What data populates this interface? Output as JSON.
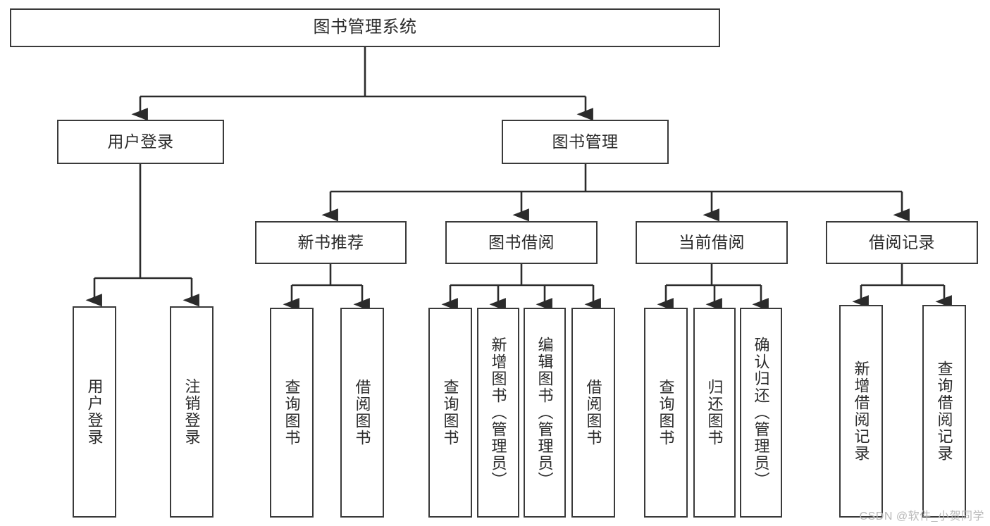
{
  "diagram": {
    "title": "图书管理系统",
    "type": "tree",
    "watermark": "CSDN @软件_小贺同学",
    "colors": {
      "node_border": "#3a3a3a",
      "node_fill": "#ffffff",
      "connector": "#2b2b2b",
      "text": "#2b2b2b",
      "watermark": "#b8b8b8",
      "background": "#ffffff"
    },
    "root": {
      "label": "图书管理系统"
    },
    "level2": [
      {
        "label": "用户登录"
      },
      {
        "label": "图书管理"
      }
    ],
    "level3": [
      {
        "label": "新书推荐"
      },
      {
        "label": "图书借阅"
      },
      {
        "label": "当前借阅"
      },
      {
        "label": "借阅记录"
      }
    ],
    "leaves": {
      "user_login": [
        {
          "label": "用户登录"
        },
        {
          "label": "注销登录"
        }
      ],
      "new_book_recommend": [
        {
          "label": "查询图书"
        },
        {
          "label": "借阅图书"
        }
      ],
      "book_borrow": [
        {
          "label": "查询图书"
        },
        {
          "label": "新增图书（管理员）"
        },
        {
          "label": "编辑图书（管理员）"
        },
        {
          "label": "借阅图书"
        }
      ],
      "current_borrow": [
        {
          "label": "查询图书"
        },
        {
          "label": "归还图书"
        },
        {
          "label": "确认归还（管理员）"
        }
      ],
      "borrow_record": [
        {
          "label": "新增借阅记录"
        },
        {
          "label": "查询借阅记录"
        }
      ]
    }
  }
}
